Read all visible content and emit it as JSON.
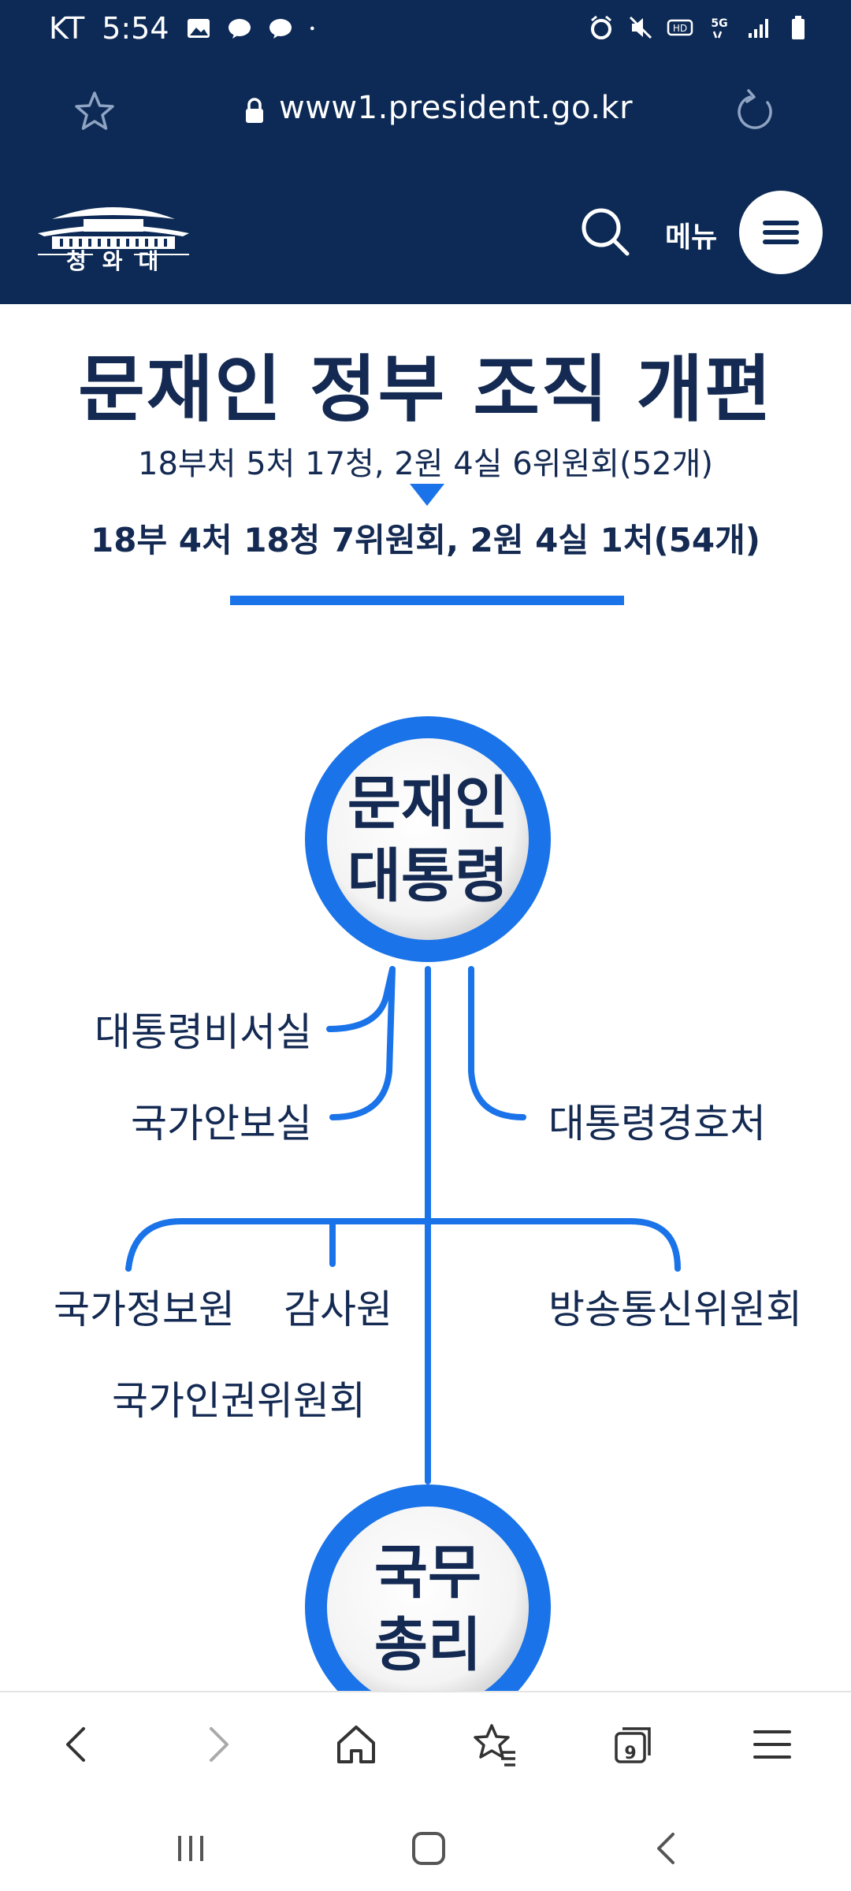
{
  "status_bar": {
    "carrier": "KT",
    "time": "5:54"
  },
  "browser": {
    "url": "www1.president.go.kr",
    "tab_count": "9"
  },
  "site_header": {
    "logo_text": "청와대",
    "menu_label": "메뉴"
  },
  "content": {
    "title": "문재인 정부 조직 개편",
    "before": "18부처 5처 17청, 2원 4실 6위원회(52개)",
    "after": "18부 4처 18청 7위원회, 2원 4실 1처(54개)"
  },
  "org_chart": {
    "top_node": [
      "문재인",
      "대통령"
    ],
    "left_branches": [
      "대통령비서실",
      "국가안보실"
    ],
    "right_branch": "대통령경호처",
    "agencies": [
      "국가정보원",
      "감사원",
      "방송통신위원회",
      "국가인권위원회"
    ],
    "bottom_node": [
      "국무",
      "총리"
    ]
  },
  "colors": {
    "header_bg": "#0c2a55",
    "accent": "#1a73e8",
    "text": "#142a52"
  }
}
